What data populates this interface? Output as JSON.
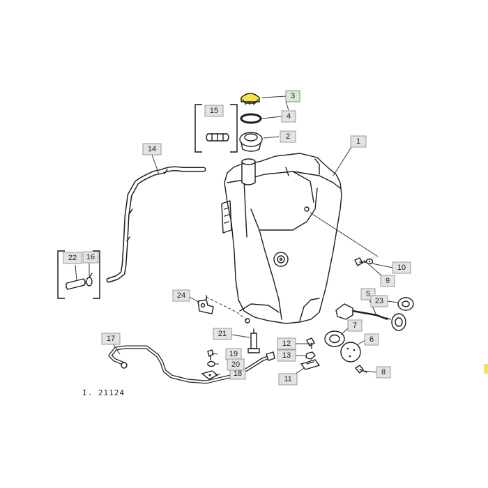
{
  "diagram": {
    "reference": "I. 21124",
    "colors": {
      "callout_fill": "#e3e3e3",
      "callout_highlight": "#d4ecd0",
      "cap_highlight": "#f5e642",
      "line": "#1c1c1c"
    },
    "callouts": {
      "c1": "1",
      "c2": "2",
      "c3": "3",
      "c4": "4",
      "c5": "5",
      "c6": "6",
      "c7": "7",
      "c8": "8",
      "c9": "9",
      "c10": "10",
      "c11": "11",
      "c12": "12",
      "c13": "13",
      "c14": "14",
      "c15": "15",
      "c16": "16",
      "c17": "17",
      "c18": "18",
      "c19": "19",
      "c20": "20",
      "c21": "21",
      "c22": "22",
      "c23": "23",
      "c24": "24"
    },
    "highlighted_callout": "3"
  }
}
